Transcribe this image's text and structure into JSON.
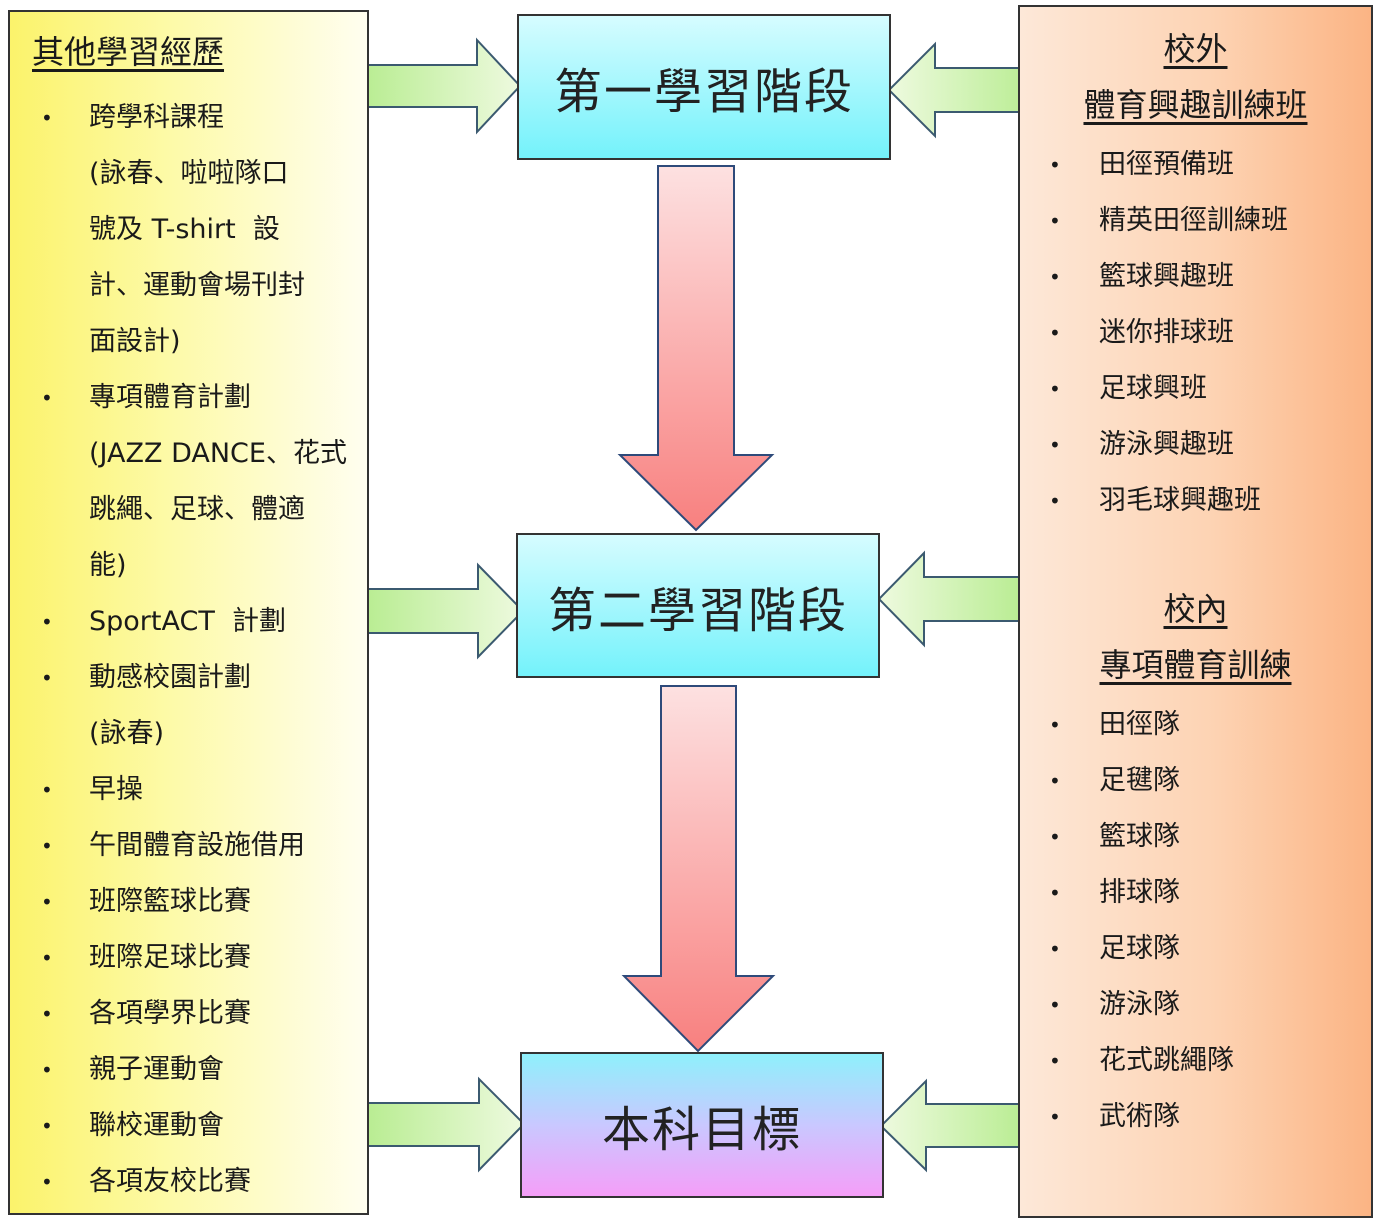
{
  "left_panel": {
    "heading": "其他學習經歷",
    "items": [
      "跨學科課程\n(詠春、啦啦隊口\n號及 T-shirt  設\n計、運動會場刊封\n面設計)",
      "專項體育計劃\n(JAZZ DANCE、花式\n跳繩、足球、體適\n能)",
      "SportACT  計劃",
      "動感校園計劃\n(詠春)",
      "早操",
      "午間體育設施借用",
      "班際籃球比賽",
      "班際足球比賽",
      "各項學界比賽",
      "親子運動會",
      "聯校運動會",
      "各項友校比賽"
    ]
  },
  "stages": {
    "stage_1": "第一學習階段",
    "stage_2": "第二學習階段",
    "goal": "本科目標"
  },
  "right_panel": {
    "outside_heading_1": "校外",
    "outside_heading_2": "體育興趣訓練班",
    "outside_items": [
      "田徑預備班",
      "精英田徑訓練班",
      "籃球興趣班",
      "迷你排球班",
      "足球興班",
      "游泳興趣班",
      "羽毛球興趣班"
    ],
    "inside_heading_1": "校內",
    "inside_heading_2": "專項體育訓練",
    "inside_items": [
      "田徑隊",
      "足毽隊",
      "籃球隊",
      "排球隊",
      "足球隊",
      "游泳隊",
      "花式跳繩隊",
      "武術隊"
    ]
  },
  "bullet_glyph": "•",
  "colors": {
    "left_panel_fill": "#fdf7a0",
    "right_panel_fill": "#fdd0ae",
    "stage_fill": "#9ef5fc",
    "goal_fill_bottom": "#f59ef8",
    "side_arrow_fill": "#c8f0a8",
    "down_arrow_fill": "#f99a9a"
  }
}
